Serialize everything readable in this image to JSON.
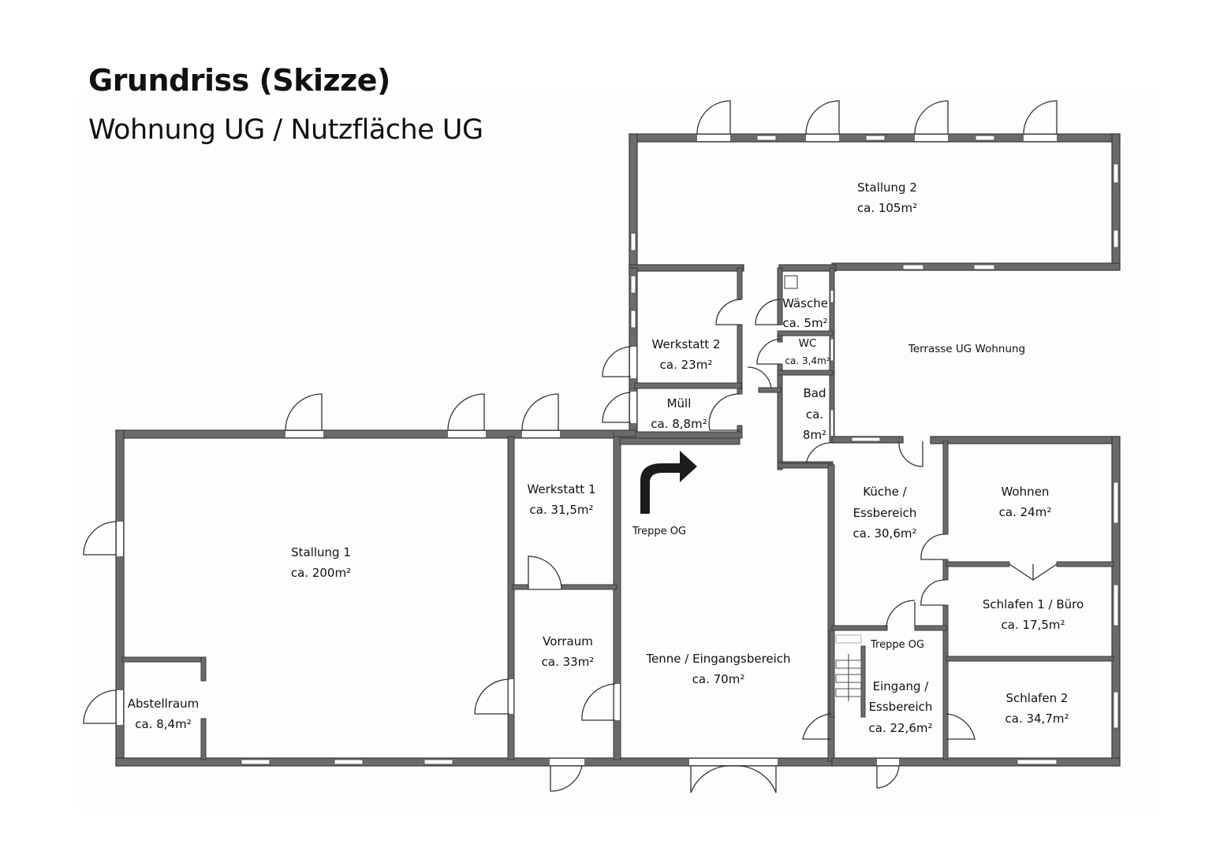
{
  "header": {
    "title": "Grundriss (Skizze)",
    "subtitle": "Wohnung UG / Nutzfläche UG"
  },
  "colors": {
    "wall": "#6b6b6b",
    "wall_outline": "#3a3a3a",
    "background": "#ffffff",
    "text": "#111111"
  },
  "rooms": {
    "stallung2": {
      "name": "Stallung 2",
      "area": "ca. 105m²"
    },
    "werkstatt2": {
      "name": "Werkstatt 2",
      "area": "ca. 23m²"
    },
    "muell": {
      "name": "Müll",
      "area": "ca. 8,8m²"
    },
    "waesche": {
      "name": "Wäsche",
      "area": "ca. 5m²"
    },
    "wc": {
      "name": "WC",
      "area": "ca. 3,4m²"
    },
    "bad": {
      "name": "Bad",
      "area_line1": "ca.",
      "area_line2": "8m²"
    },
    "terrasse": {
      "name": "Terrasse UG Wohnung"
    },
    "stallung1": {
      "name": "Stallung 1",
      "area": "ca. 200m²"
    },
    "werkstatt1": {
      "name": "Werkstatt 1",
      "area": "ca. 31,5m²"
    },
    "vorraum": {
      "name": "Vorraum",
      "area": "ca. 33m²"
    },
    "abstellraum": {
      "name": "Abstellraum",
      "area": "ca. 8,4m²"
    },
    "tenne": {
      "name": "Tenne / Eingangsbereich",
      "area": "ca. 70m²"
    },
    "kueche": {
      "name_line1": "Küche /",
      "name_line2": "Essbereich",
      "area": "ca. 30,6m²"
    },
    "wohnen": {
      "name": "Wohnen",
      "area": "ca. 24m²"
    },
    "schlafen1": {
      "name": "Schlafen 1 / Büro",
      "area": "ca. 17,5m²"
    },
    "schlafen2": {
      "name": "Schlafen 2",
      "area": "ca. 34,7m²"
    },
    "eingang": {
      "name_line1": "Eingang /",
      "name_line2": "Essbereich",
      "area": "ca. 22,6m²"
    }
  },
  "annotations": {
    "stairs_tenne": "Treppe OG",
    "stairs_eingang": "Treppe OG"
  },
  "icons": {
    "stairs_arrow": "curved-arrow-up-right",
    "laundry": "square-appliance"
  }
}
